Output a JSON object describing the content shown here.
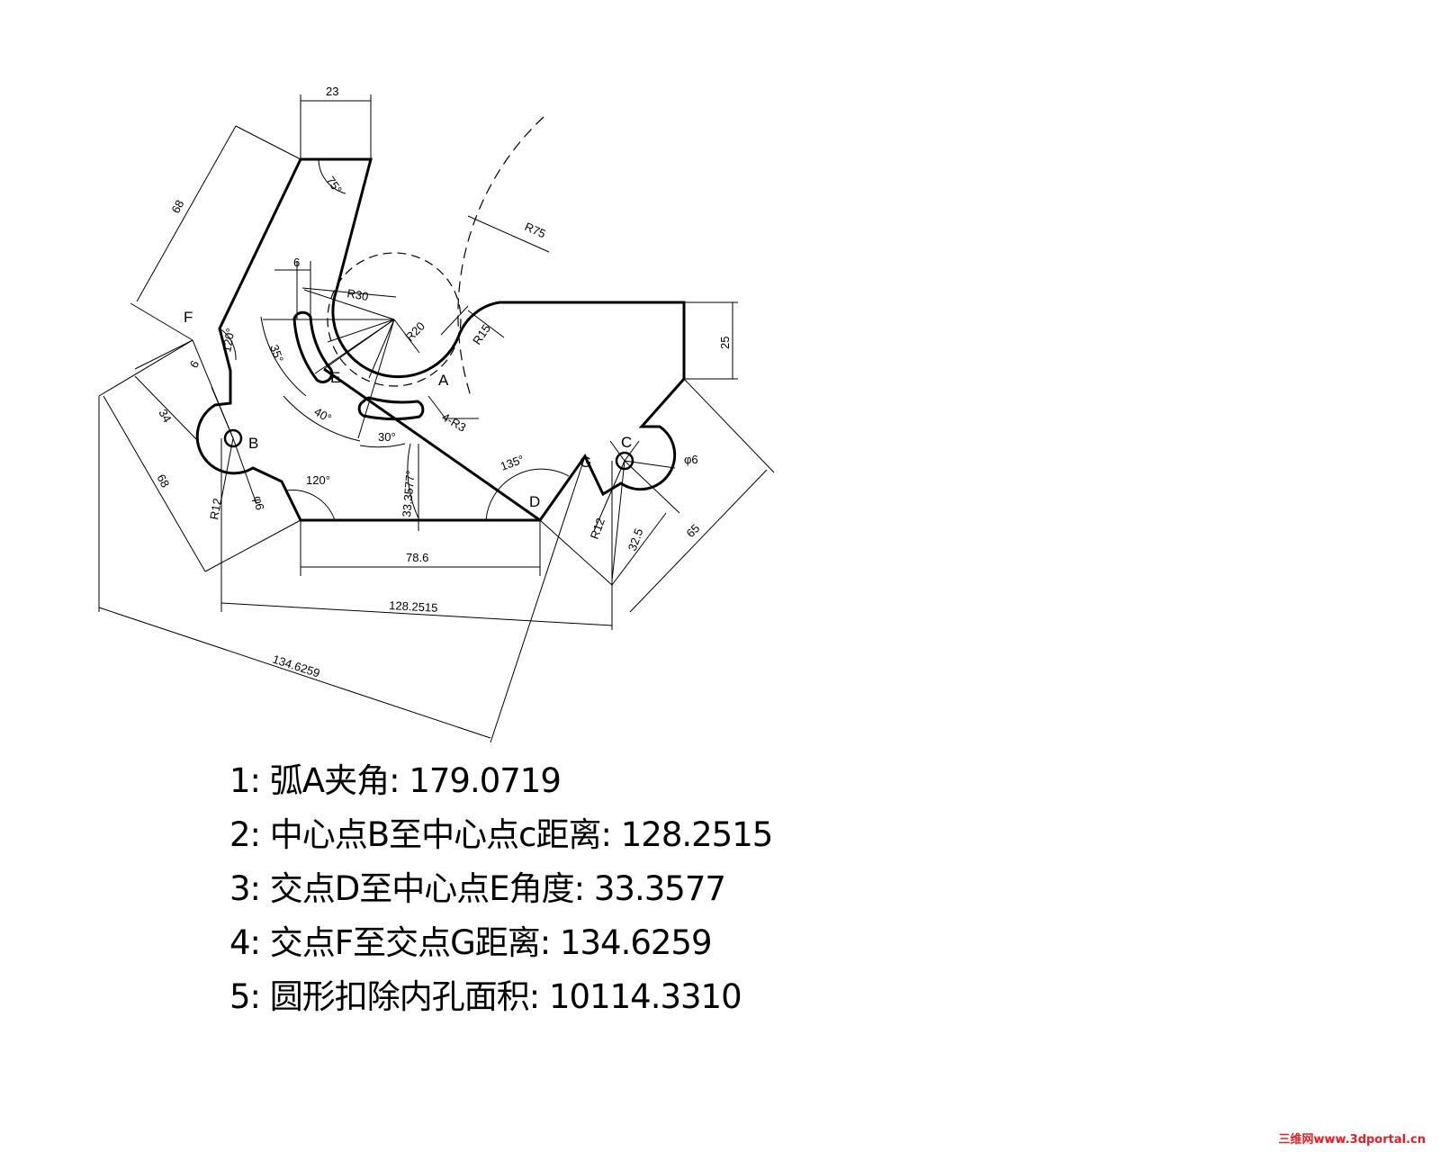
{
  "drawing": {
    "dimensions": {
      "top_width": "23",
      "left_edge": "68",
      "top_angle": "75°",
      "r75": "R75",
      "r30": "R30",
      "r20": "R20",
      "r15": "R15",
      "slot_width": "6",
      "left_small": "6",
      "angle_120_top": "120°",
      "angle_35": "35°",
      "angle_40": "40°",
      "angle_30": "30°",
      "slot_radius": "4-R3",
      "height_25": "25",
      "dim_34": "34",
      "dim_68_lower": "68",
      "r12_left": "R12",
      "phi6_left": "φ6",
      "angle_120_bottom": "120°",
      "angle_33": "33.3577°",
      "angle_135": "135°",
      "phi6_right": "φ6",
      "r12_right": "R12",
      "dim_32_5": "32.5",
      "dim_65": "65",
      "dim_78_6": "78.6",
      "dim_128": "128.2515",
      "dim_134": "134.6259"
    },
    "points": {
      "a": "A",
      "b": "B",
      "c": "C",
      "d": "D",
      "e": "E",
      "f": "F",
      "g": "G"
    }
  },
  "results": [
    {
      "num": "1:",
      "text": "弧A夹角:",
      "value": "179.0719"
    },
    {
      "num": "2:",
      "text": "中心点B至中心点c距离:",
      "value": "128.2515"
    },
    {
      "num": "3:",
      "text": "交点D至中心点E角度:",
      "value": "33.3577"
    },
    {
      "num": "4:",
      "text": "交点F至交点G距离:",
      "value": "134.6259"
    },
    {
      "num": "5:",
      "text": "圆形扣除内孔面积:",
      "value": "10114.3310"
    }
  ],
  "watermark": "三维网www.3dportal.cn"
}
